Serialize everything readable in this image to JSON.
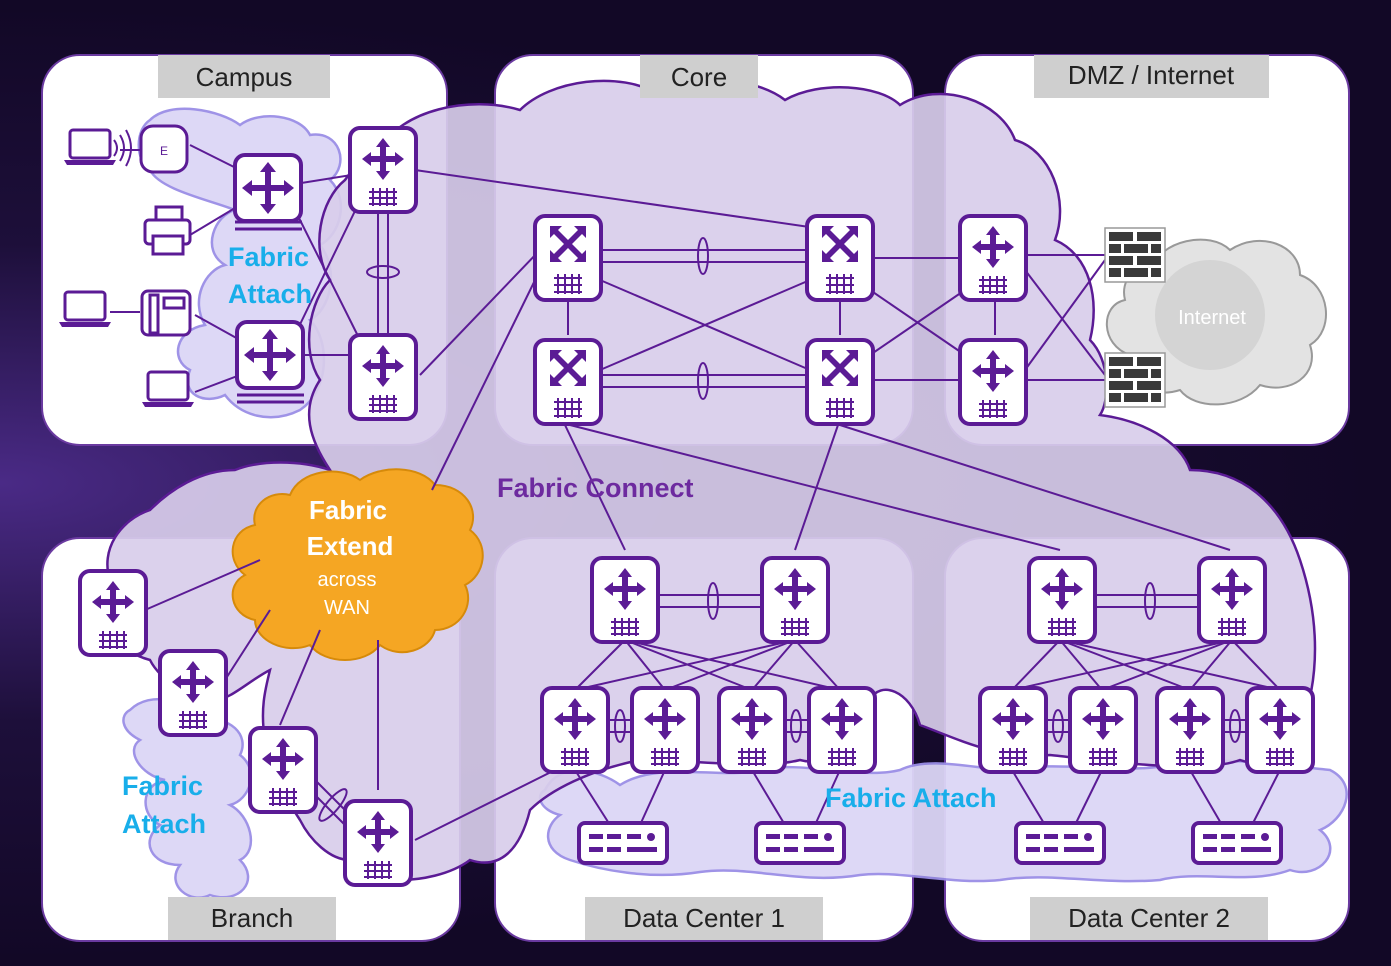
{
  "zones": {
    "campus": "Campus",
    "core": "Core",
    "dmz": "DMZ / Internet",
    "branch": "Branch",
    "dc1": "Data Center 1",
    "dc2": "Data Center 2"
  },
  "labels": {
    "fabric_attach_campus_1": "Fabric",
    "fabric_attach_campus_2": "Attach",
    "fabric_attach_branch_1": "Fabric",
    "fabric_attach_branch_2": "Attach",
    "fabric_attach_dc": "Fabric Attach",
    "fabric_connect": "Fabric Connect",
    "fabric_extend_1": "Fabric",
    "fabric_extend_2": "Extend",
    "fabric_extend_3": "across",
    "fabric_extend_4": "WAN",
    "internet": "Internet"
  },
  "colors": {
    "accent_purple": "#5b1b95",
    "fabric_attach_blue": "#18aeea",
    "fabric_extend_orange": "#f5a623",
    "firewall": "#3a3a3a"
  },
  "icons": {
    "switch": "switch-icon",
    "core_router": "core-router-icon",
    "firewall": "firewall-icon",
    "server": "server-icon",
    "laptop": "laptop-icon",
    "access_point": "access-point-icon",
    "printer": "printer-icon",
    "phone": "phone-icon",
    "globe": "globe-icon"
  }
}
